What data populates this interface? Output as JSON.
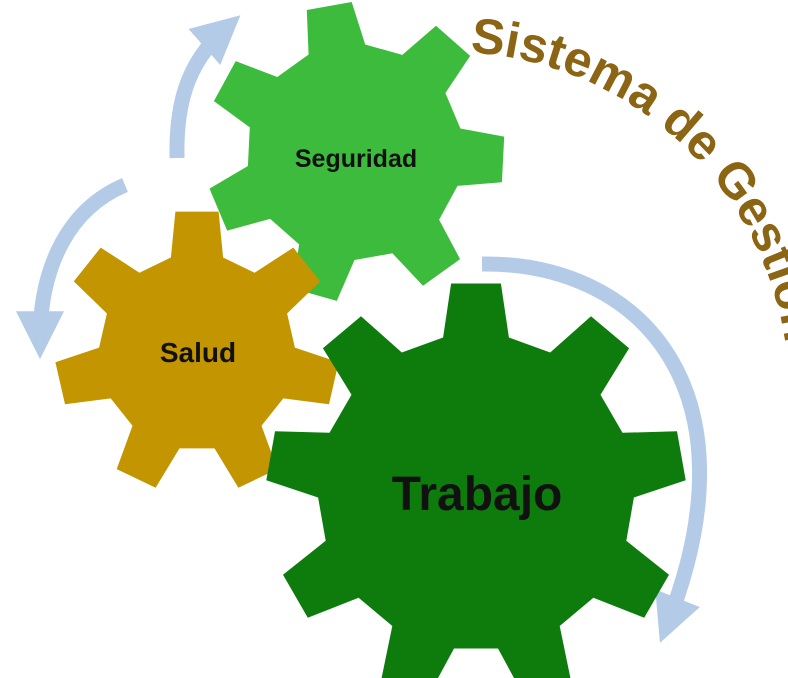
{
  "diagram": {
    "title": "Sistema de Gestión",
    "colors": {
      "title": "#8B6414",
      "arrow": "#B4CBE7",
      "gear_seguridad": "#3DBB3D",
      "gear_salud": "#C39500",
      "gear_trabajo": "#0D7C0D"
    },
    "gears": {
      "seguridad": {
        "label": "Seguridad"
      },
      "salud": {
        "label": "Salud"
      },
      "trabajo": {
        "label": "Trabajo"
      }
    }
  }
}
